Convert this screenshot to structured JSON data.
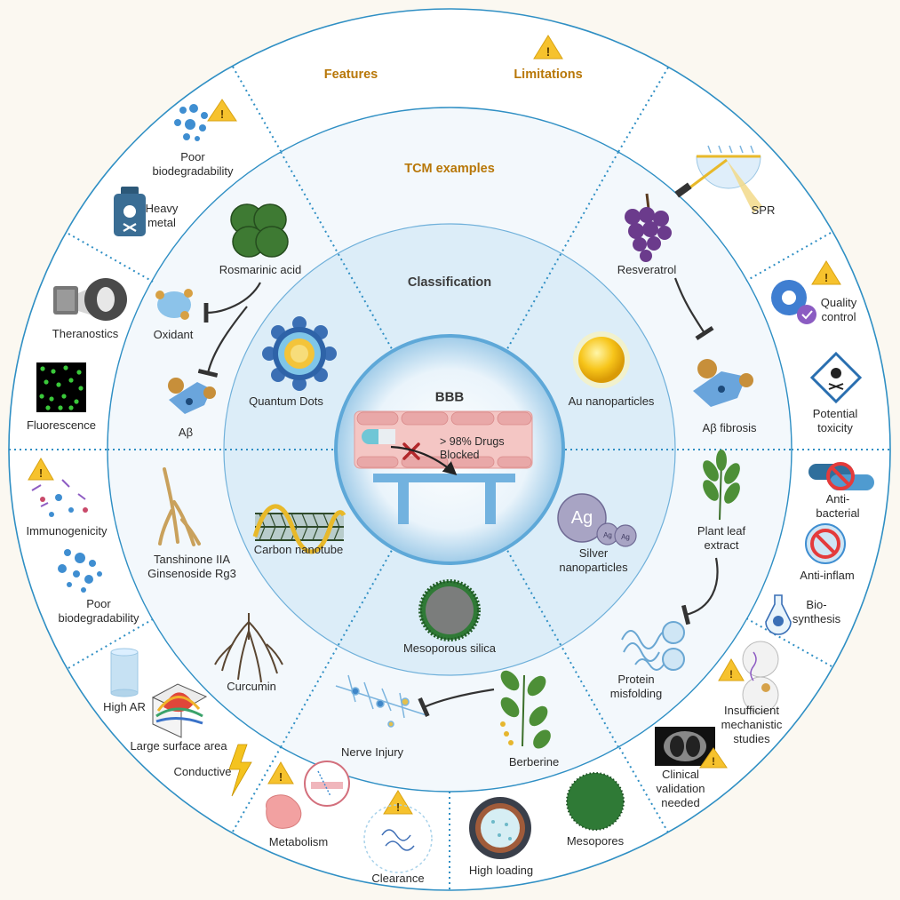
{
  "headers": {
    "features": "Features",
    "limitations": "Limitations",
    "tcm_examples": "TCM examples",
    "classification": "Classification",
    "bbb": "BBB",
    "bbb_blocked": "> 98% Drugs\nBlocked"
  },
  "classification": {
    "quantum_dots": "Quantum Dots",
    "au_nanoparticles": "Au nanoparticles",
    "carbon_nanotube": "Carbon nanotube",
    "silver_nanoparticles": "Silver\nnanoparticles",
    "mesoporous_silica": "Mesoporous silica",
    "ag_symbol": "Ag"
  },
  "tcm": {
    "rosmarinic_acid": "Rosmarinic acid",
    "oxidant": "Oxidant",
    "abeta": "Aβ",
    "resveratrol": "Resveratrol",
    "abeta_fibrosis": "Aβ fibrosis",
    "tanshinone": "Tanshinone IIA\nGinsenoside Rg3",
    "curcumin": "Curcumin",
    "plant_leaf": "Plant leaf\nextract",
    "protein_misfolding": "Protein\nmisfolding",
    "nerve_injury": "Nerve Injury",
    "berberine": "Berberine"
  },
  "outer": {
    "poor_biodeg_top": "Poor\nbiodegradability",
    "heavy_metal": "Heavy\nmetal",
    "theranostics": "Theranostics",
    "fluorescence": "Fluorescence",
    "immunogenicity": "Immunogenicity",
    "poor_biodeg_left": "Poor\nbiodegradability",
    "high_ar": "High AR",
    "large_surface": "Large surface area",
    "conductive": "Conductive",
    "metabolism": "Metabolism",
    "clearance": "Clearance",
    "high_loading": "High loading",
    "mesopores": "Mesopores",
    "clinical_validation": "Clinical\nvalidation\nneeded",
    "insufficient": "Insufficient\nmechanistic\nstudies",
    "biosynthesis": "Bio-\nsynthesis",
    "anti_inflam": "Anti-inflam",
    "anti_bacterial": "Anti-bacterial",
    "potential_toxicity": "Potential\ntoxicity",
    "quality_control": "Quality\ncontrol",
    "spr": "SPR"
  },
  "colors": {
    "accent_gold": "#b87708",
    "ring_blue": "#2f8fc4",
    "warning_yellow": "#f6c22d",
    "bbb_pink": "#f4c6c4"
  }
}
